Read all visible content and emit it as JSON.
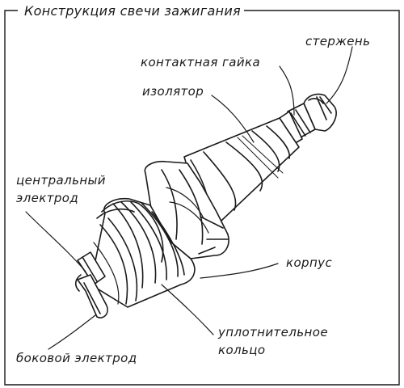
{
  "title": "Конструкция свечи зажигания",
  "labels": {
    "sterzhen": "стержень",
    "kontaktnaya_gaika": "контактная гайка",
    "izolyator": "изолятор",
    "tsentralny_elektrod_1": "центральный",
    "tsentralny_elektrod_2": "электрод",
    "korpus": "корпус",
    "uplotnitelnoe_koltso_1": "уплотнительное",
    "uplotnitelnoe_koltso_2": "кольцо",
    "bokovoy_elektrod": "боковой электрод"
  },
  "colors": {
    "ink": "#1a1a1a",
    "paper": "#ffffff"
  }
}
